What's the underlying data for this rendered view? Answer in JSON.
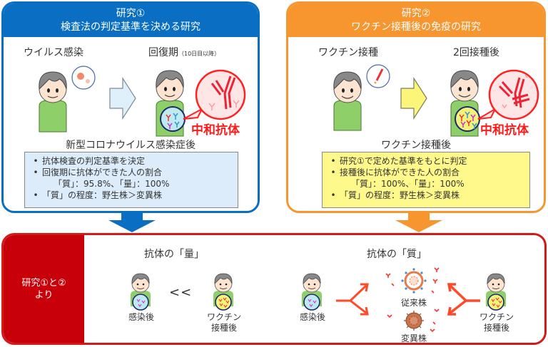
{
  "study1": {
    "title_line1": "研究①",
    "title_line2": "検査法の判定基準を決める研究",
    "stage_before": "ウイルス感染",
    "stage_after": "回復期",
    "stage_after_note": "（10日目以降）",
    "neutralizing_label": "中和抗体",
    "caption": "新型コロナウイルス感染症後",
    "bullets": [
      "抗体検査の判定基準を決定",
      "回復期に抗体ができた人の割合"
    ],
    "bullet_detail": "「質」：95.8%、「量」：100%",
    "bullet_last": "「質」の程度：野生株＞変異株",
    "accent_color": "#0a6fc2",
    "box_color": "#dcecfa"
  },
  "study2": {
    "title_line1": "研究②",
    "title_line2": "ワクチン接種後の免疫の研究",
    "stage_before": "ワクチン接種",
    "stage_after": "2回接種後",
    "neutralizing_label": "中和抗体",
    "caption": "ワクチン接種後",
    "bullets": [
      "研究①で定めた基準をもとに判定",
      "接種後に抗体ができた人の割合"
    ],
    "bullet_detail": "「質」：100%、「量」：100%",
    "bullet_last": "「質」の程度：野生株＞変異株",
    "accent_color": "#f7962e",
    "box_color": "#fff88a"
  },
  "conclusion": {
    "side_label_line1": "研究①と②",
    "side_label_line2": "より",
    "quantity_title": "抗体の「量」",
    "quality_title": "抗体の「質」",
    "comparison": "<<",
    "after_infection": "感染後",
    "after_vaccine_line1": "ワクチン",
    "after_vaccine_line2": "接種後",
    "conventional_strain": "従来株",
    "variant_strain": "変異株",
    "accent_color": "#c8000a"
  },
  "bullet_glyph": "•"
}
